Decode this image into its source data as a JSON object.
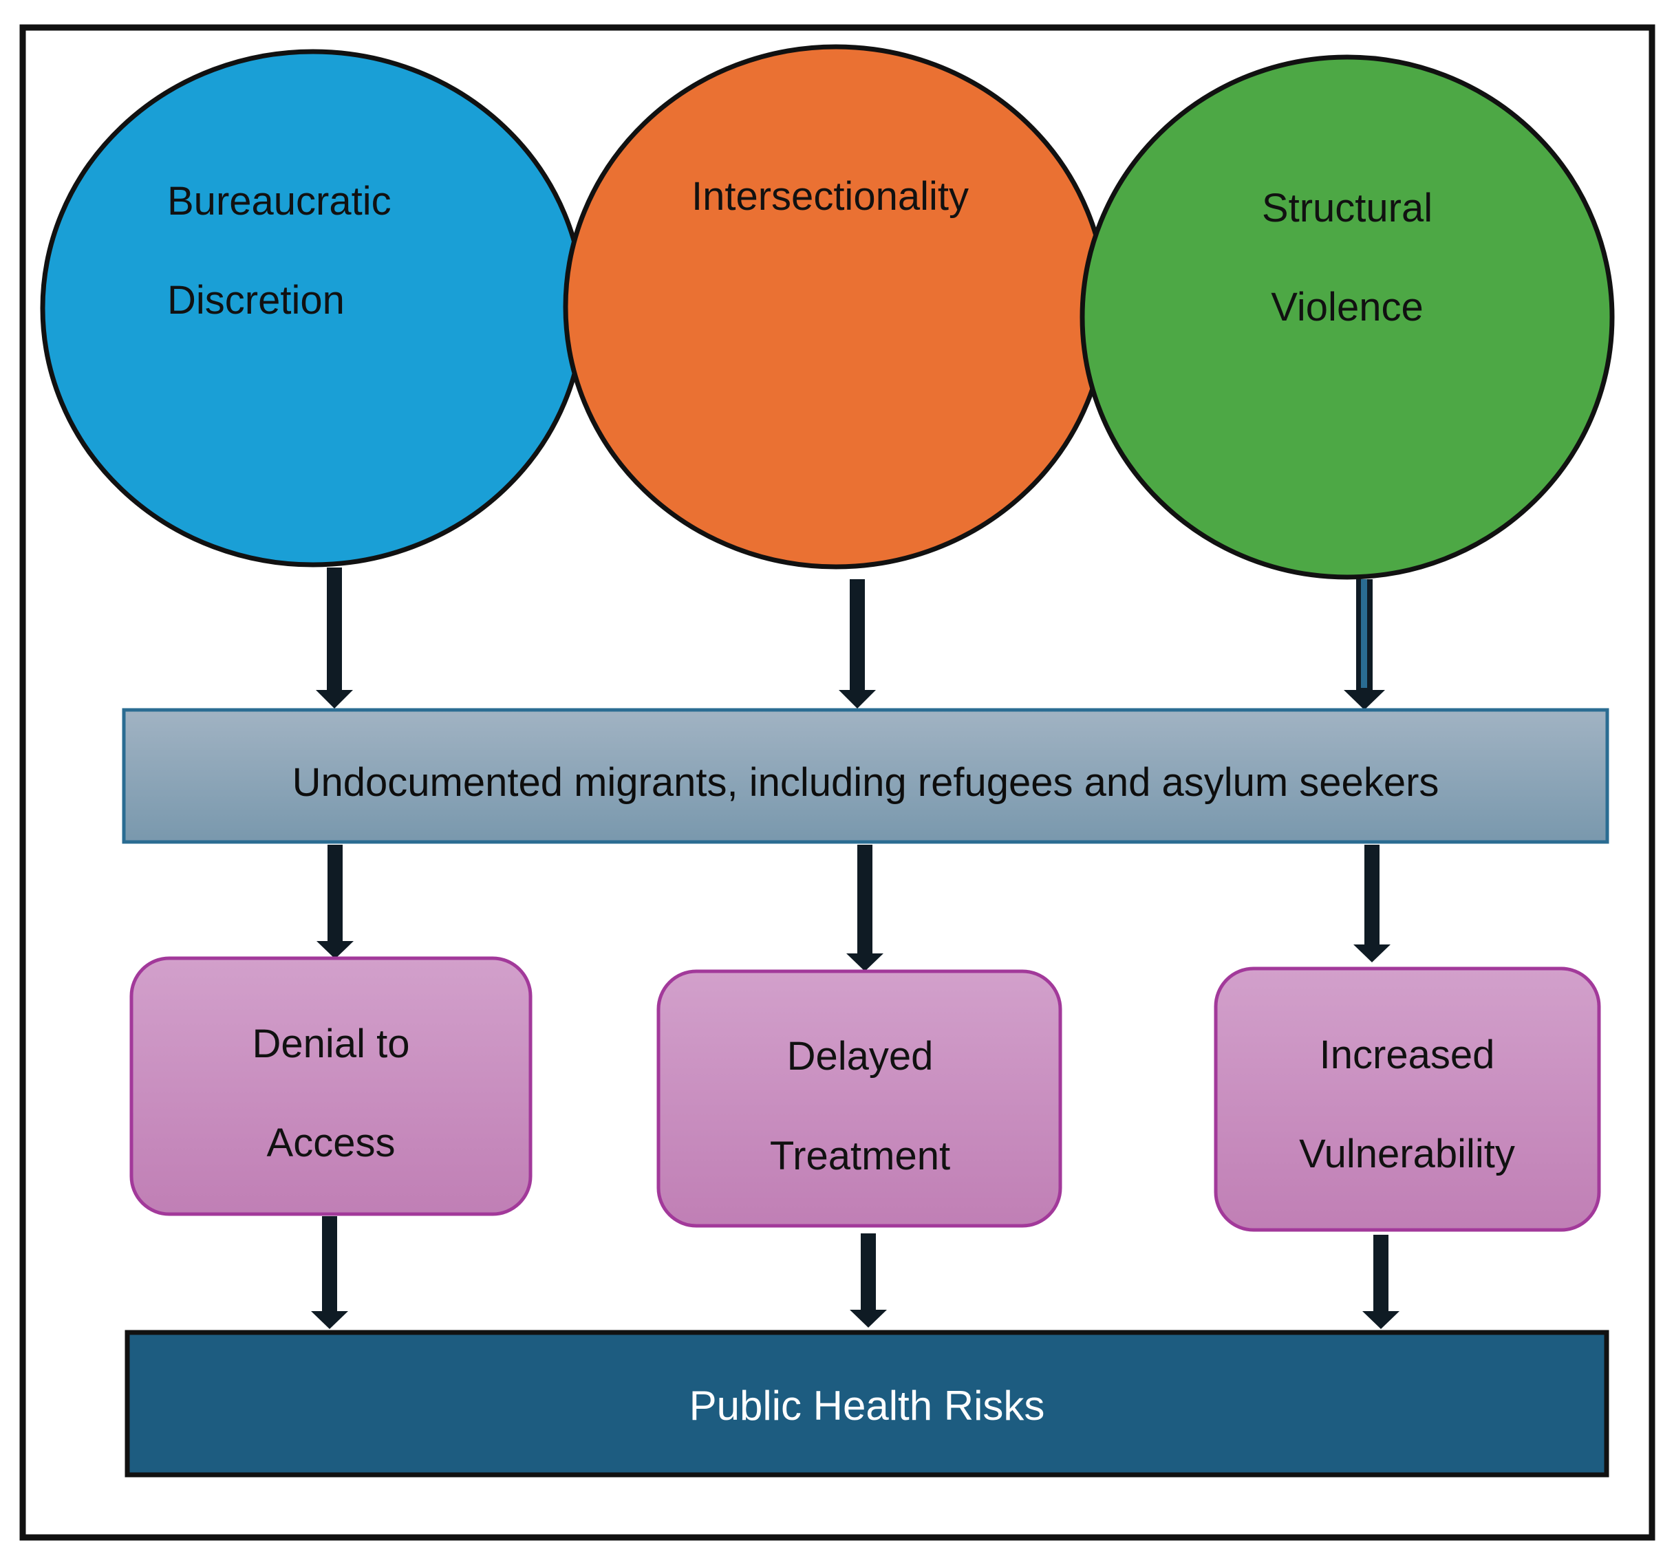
{
  "colors": {
    "frame": "#111111",
    "circle_blue": "#1a9fd6",
    "circle_orange": "#ea7133",
    "circle_green": "#4da845",
    "population_box_top": "#a1b3c3",
    "population_box_bottom": "#7998ad",
    "population_box_border": "#2a6c92",
    "outcome_box_top": "#d2a0cb",
    "outcome_box_bottom": "#c07fb5",
    "outcome_box_border": "#a2399a",
    "risk_box": "#1d5c80",
    "arrow": "#0f1b24"
  },
  "diagram": {
    "factors": [
      {
        "line1": "Bureaucratic",
        "line2": "Discretion"
      },
      {
        "line1": "Intersectionality",
        "line2": ""
      },
      {
        "line1": "Structural",
        "line2": "Violence"
      }
    ],
    "population": "Undocumented migrants, including refugees and asylum seekers",
    "outcomes": [
      {
        "line1": "Denial to",
        "line2": "Access"
      },
      {
        "line1": "Delayed",
        "line2": "Treatment"
      },
      {
        "line1": "Increased",
        "line2": "Vulnerability"
      }
    ],
    "result": "Public Health Risks"
  }
}
